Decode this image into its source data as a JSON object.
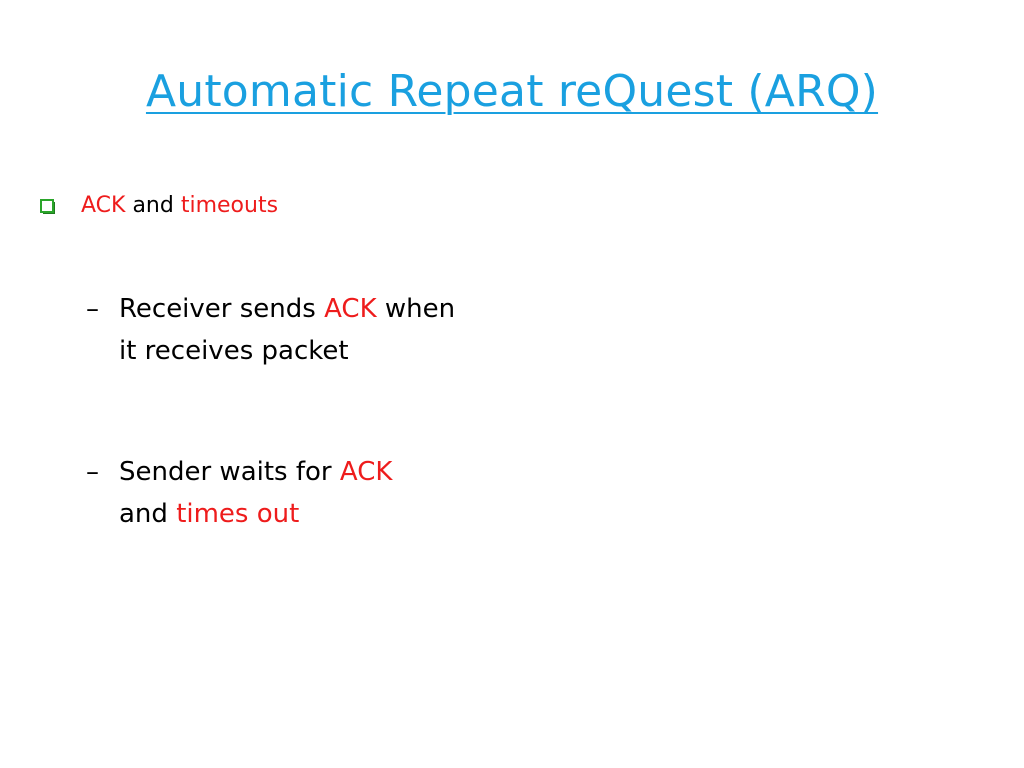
{
  "slide": {
    "title": "Automatic Repeat reQuest (ARQ)",
    "bullet": {
      "icon": "checkbox-icon",
      "ack": "ACK",
      "and": " and ",
      "timeouts": "timeouts"
    },
    "sub1": {
      "dash": "–",
      "line1_a": "Receiver sends ",
      "line1_ack": "ACK",
      "line1_b": " when",
      "line2": "it receives packet"
    },
    "sub2": {
      "dash": "–",
      "line1_a": "Sender waits for ",
      "line1_ack": "ACK",
      "line2_a": "and ",
      "line2_b": "times out"
    }
  },
  "colors": {
    "title": "#1aa0e0",
    "highlight": "#ee1c1c",
    "checkbox": "#2aa52a",
    "text": "#000000"
  }
}
